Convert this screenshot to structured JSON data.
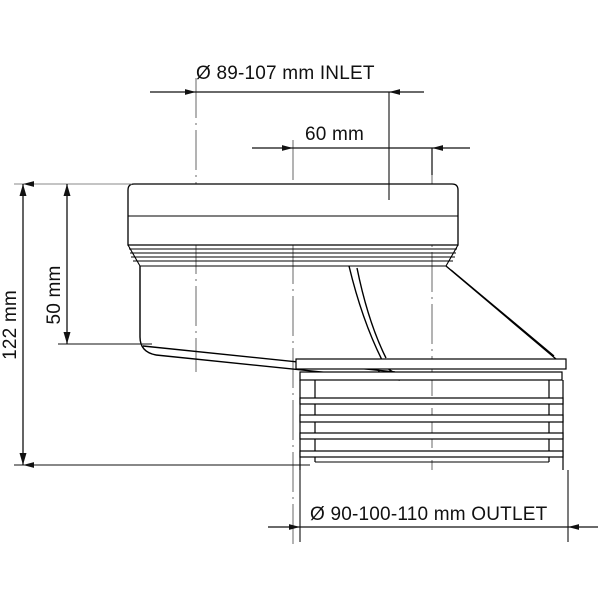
{
  "drawing": {
    "title": "Toilet pan connector technical drawing",
    "background_color": "#ffffff",
    "line_color": "#000000",
    "dim_line_color": "#111111",
    "center_line_color": "#8a8a8a",
    "dimensions": {
      "inlet": {
        "label": "Ø 89-107 mm INLET",
        "diameter_symbol": "Ø",
        "value_range": "89-107",
        "unit": "mm",
        "name": "INLET"
      },
      "offset": {
        "label": "60 mm",
        "value": "60",
        "unit": "mm"
      },
      "outlet": {
        "label": "Ø 90-100-110 mm OUTLET",
        "diameter_symbol": "Ø",
        "value_range": "90-100-110",
        "unit": "mm",
        "name": "OUTLET"
      },
      "overall_height": {
        "label": "122 mm",
        "value": "122",
        "unit": "mm",
        "orientation": "vertical"
      },
      "inlet_height": {
        "label": "50 mm",
        "value": "50",
        "unit": "mm",
        "orientation": "vertical"
      }
    }
  }
}
